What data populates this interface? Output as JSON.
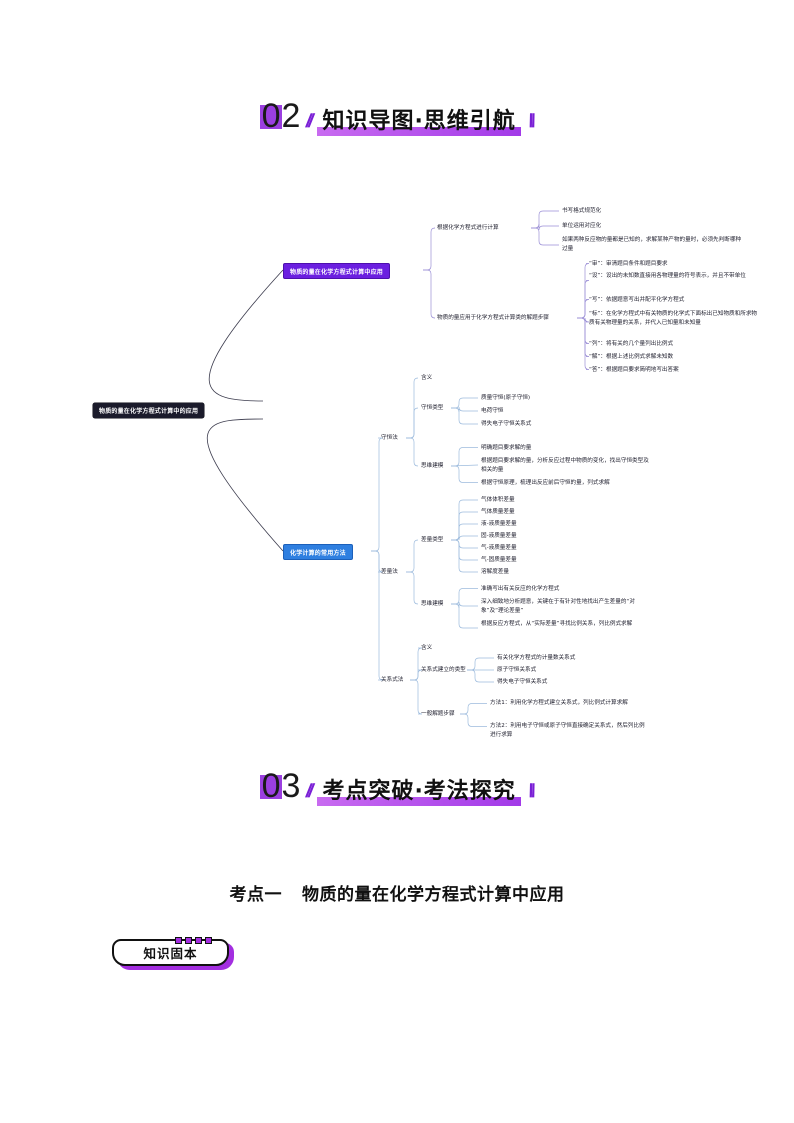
{
  "sections": [
    {
      "number": "02",
      "title": "知识导图·思维引航",
      "slash_left": "//",
      "slash_right": "\\\\"
    },
    {
      "number": "03",
      "title": "考点突破·考法探究",
      "slash_left": "//",
      "slash_right": "\\\\"
    }
  ],
  "exam_point": {
    "label": "考点一",
    "title": "物质的量在化学方程式计算中应用"
  },
  "badge": {
    "label": "知识固本"
  },
  "colors": {
    "purple_accent": "#9b3fe0",
    "purple_bar": "#a23ae8",
    "root_node_bg": "#1b1b2b",
    "branch1_bg": "#6b1fe0",
    "branch2_bg": "#2f7fe0",
    "branch1_line": "#9b8fd6",
    "branch2_line": "#9dbbdd",
    "root_line": "#3b3b4d"
  },
  "mindmap": {
    "root": "物质的量在化学方程式计算中的应用",
    "branches": [
      {
        "label": "物质的量在化学方程式计算中应用",
        "children": [
          {
            "label": "根据化学方程式进行计算",
            "leaves": [
              "书写格式规范化",
              "单位运用对应化",
              "如果两种反应物的量都是已知的，求解某种产物的量时，必须先判断哪种过量"
            ]
          },
          {
            "label": "物质的量应用于化学方程式计算类的解题步骤",
            "leaves": [
              "“审”：审清题目条件和题目要求",
              "“设”：设出的未知数直接用各物理量的符号表示，并且不带单位",
              "“写”：依据题意写出并配平化学方程式",
              "“标”：在化学方程式中有关物质的化学式下面标出已知物质和所求物质有关物理量的关系，并代入已知量和未知量",
              "“列”：将有关的几个量列出比例式",
              "“解”：根据上述比例式求解未知数",
              "“答”：根据题目要求简明地写出答案"
            ]
          }
        ]
      },
      {
        "label": "化学计算的常用方法",
        "children": [
          {
            "label": "守恒法",
            "subs": [
              {
                "label": "含义",
                "leaves": []
              },
              {
                "label": "守恒类型",
                "leaves": [
                  "质量守恒(原子守恒)",
                  "电荷守恒",
                  "得失电子守恒关系式"
                ]
              },
              {
                "label": "思维建模",
                "leaves": [
                  "明确题目要求解的量",
                  "根据题目要求解的量，分析反应过程中物质的变化，找出守恒类型及相关的量",
                  "根据守恒原理，梳理出反应前后守恒的量，列式求解"
                ]
              }
            ]
          },
          {
            "label": "差量法",
            "subs": [
              {
                "label": "差量类型",
                "leaves": [
                  "气体体积差量",
                  "气体质量差量",
                  "液-液质量差量",
                  "固-液质量差量",
                  "气-液质量差量",
                  "气-固质量差量",
                  "溶解度差量"
                ]
              },
              {
                "label": "思维建模",
                "leaves": [
                  "准确写出有关反应的化学方程式",
                  "深入细致地分析题意，关键在于有针对性地找出产生差量的“对象”及“理论差量”",
                  "根据反应方程式，从“实际差量”寻找比例关系，列比例式求解"
                ]
              }
            ]
          },
          {
            "label": "关系式法",
            "subs": [
              {
                "label": "含义",
                "leaves": []
              },
              {
                "label": "关系式建立的类型",
                "leaves": [
                  "有关化学方程式的计量数关系式",
                  "原子守恒关系式",
                  "得失电子守恒关系式"
                ]
              },
              {
                "label": "一般解题步骤",
                "leaves": [
                  "方法1：利用化学方程式建立关系式，列比例式计算求解",
                  "方法2：利用电子守恒或原子守恒直接确定关系式，然后列比例进行求算"
                ]
              }
            ]
          }
        ]
      }
    ]
  }
}
